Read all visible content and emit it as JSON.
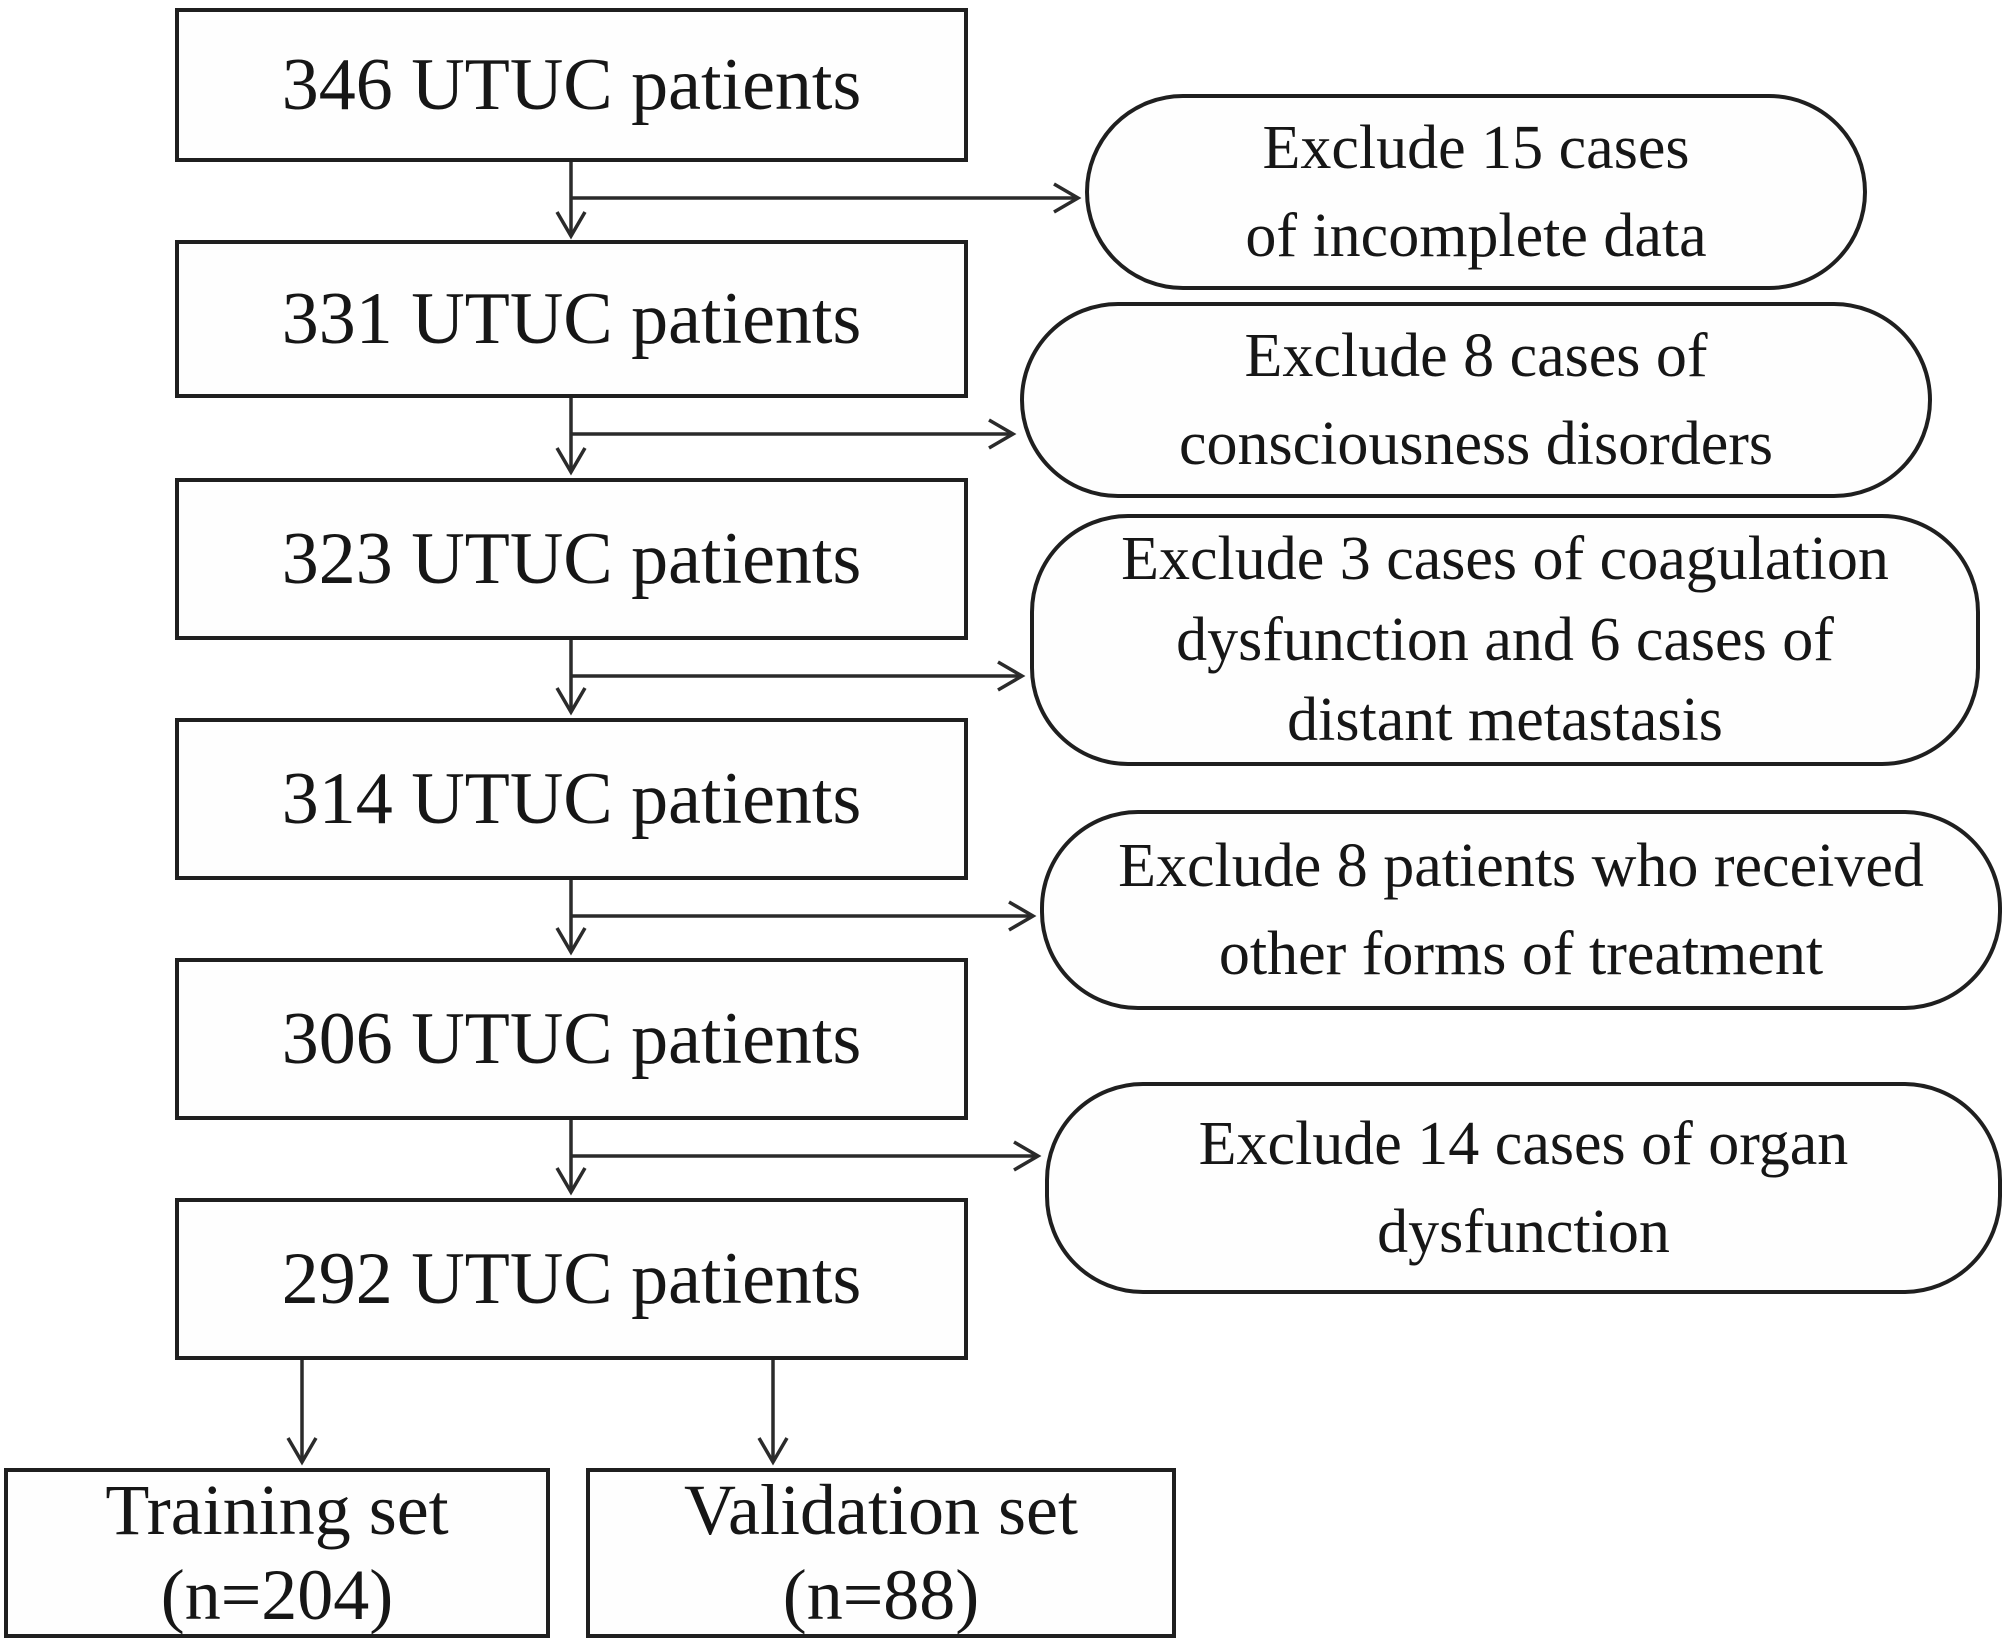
{
  "diagram": {
    "type": "patient-selection-flowchart",
    "stage_boxes": [
      {
        "label": "346 UTUC patients"
      },
      {
        "label": "331 UTUC patients"
      },
      {
        "label": "323 UTUC patients"
      },
      {
        "label": "314 UTUC patients"
      },
      {
        "label": "306 UTUC patients"
      },
      {
        "label": "292 UTUC patients"
      }
    ],
    "exclusions": [
      {
        "lines": [
          "Exclude 15 cases",
          "of incomplete data"
        ]
      },
      {
        "lines": [
          "Exclude 8 cases of",
          "consciousness disorders"
        ]
      },
      {
        "lines": [
          "Exclude 3 cases of coagulation",
          "dysfunction and 6 cases of",
          "distant metastasis"
        ]
      },
      {
        "lines": [
          "Exclude 8 patients who received",
          "other forms of treatment"
        ]
      },
      {
        "lines": [
          "Exclude 14 cases of organ",
          "dysfunction"
        ]
      }
    ],
    "outcomes": [
      {
        "lines": [
          "Training set",
          "(n=204)"
        ]
      },
      {
        "lines": [
          "Validation set",
          "(n=88)"
        ]
      }
    ],
    "colors": {
      "ink": "#1f1f1f",
      "line": "#2b2b2b",
      "background": "#ffffff"
    }
  }
}
